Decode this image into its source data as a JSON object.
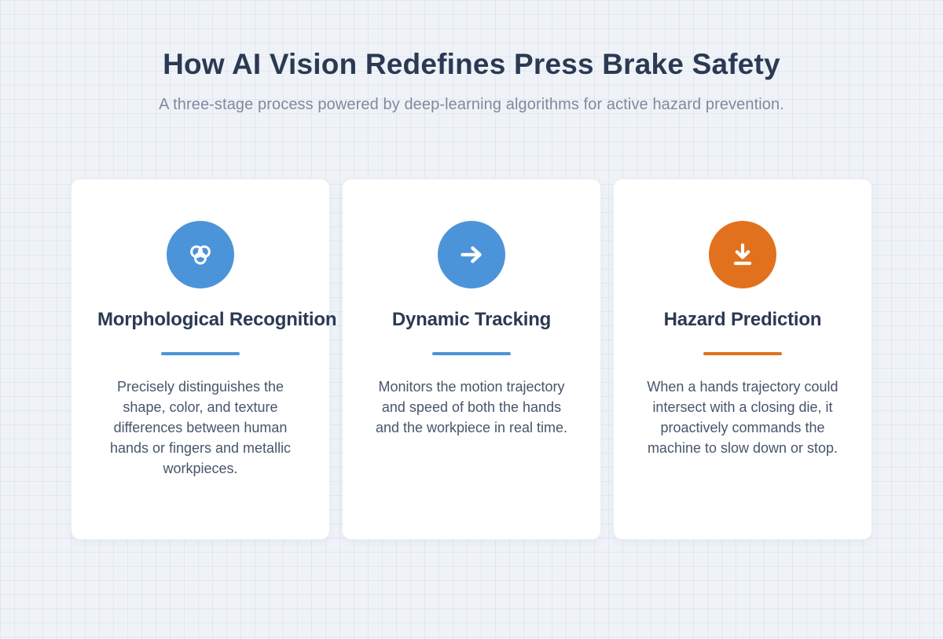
{
  "page": {
    "title": "How AI Vision Redefines Press Brake Safety",
    "subtitle": "A three-stage process powered by deep-learning algorithms for active hazard prevention."
  },
  "colors": {
    "background": "#eff3f8",
    "card_background": "#ffffff",
    "heading_text": "#2b3a52",
    "subtitle_text": "#7e8a9c",
    "body_text": "#48556a",
    "accent_blue": "#4c94d9",
    "accent_orange": "#e2711d"
  },
  "cards": [
    {
      "icon": "shapes-cluster-icon",
      "accent": "#4c94d9",
      "title": "Morphological Recognition",
      "description": "Precisely distinguishes the shape, color, and texture differences between human hands or fingers and metallic workpieces."
    },
    {
      "icon": "arrow-right-icon",
      "accent": "#4c94d9",
      "title": "Dynamic Tracking",
      "description": "Monitors the motion trajectory and speed of both the hands and the workpiece in real time."
    },
    {
      "icon": "download-arrow-icon",
      "accent": "#e2711d",
      "title": "Hazard Prediction",
      "description": "When a hands trajectory could intersect with a closing die, it proactively commands the machine to slow down or stop."
    }
  ]
}
